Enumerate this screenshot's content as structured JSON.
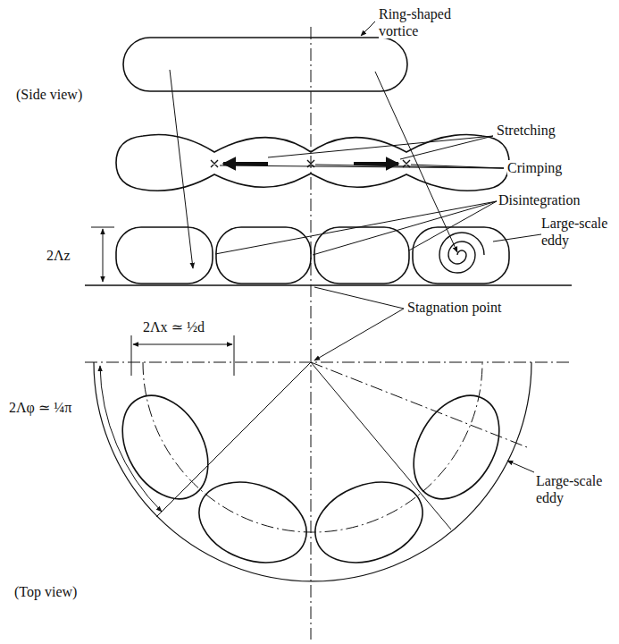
{
  "diagram": {
    "labels": [
      "Ring-shaped vortice",
      "(Side view)",
      "Stretching",
      "Crimping",
      "Disintegration",
      "Large-scale eddy",
      "2Λz",
      "Stagnation point",
      "2Λx ≃ ½d",
      "2Λφ ≃ ¼π",
      "(Top view)",
      "Large-scale eddy"
    ]
  }
}
